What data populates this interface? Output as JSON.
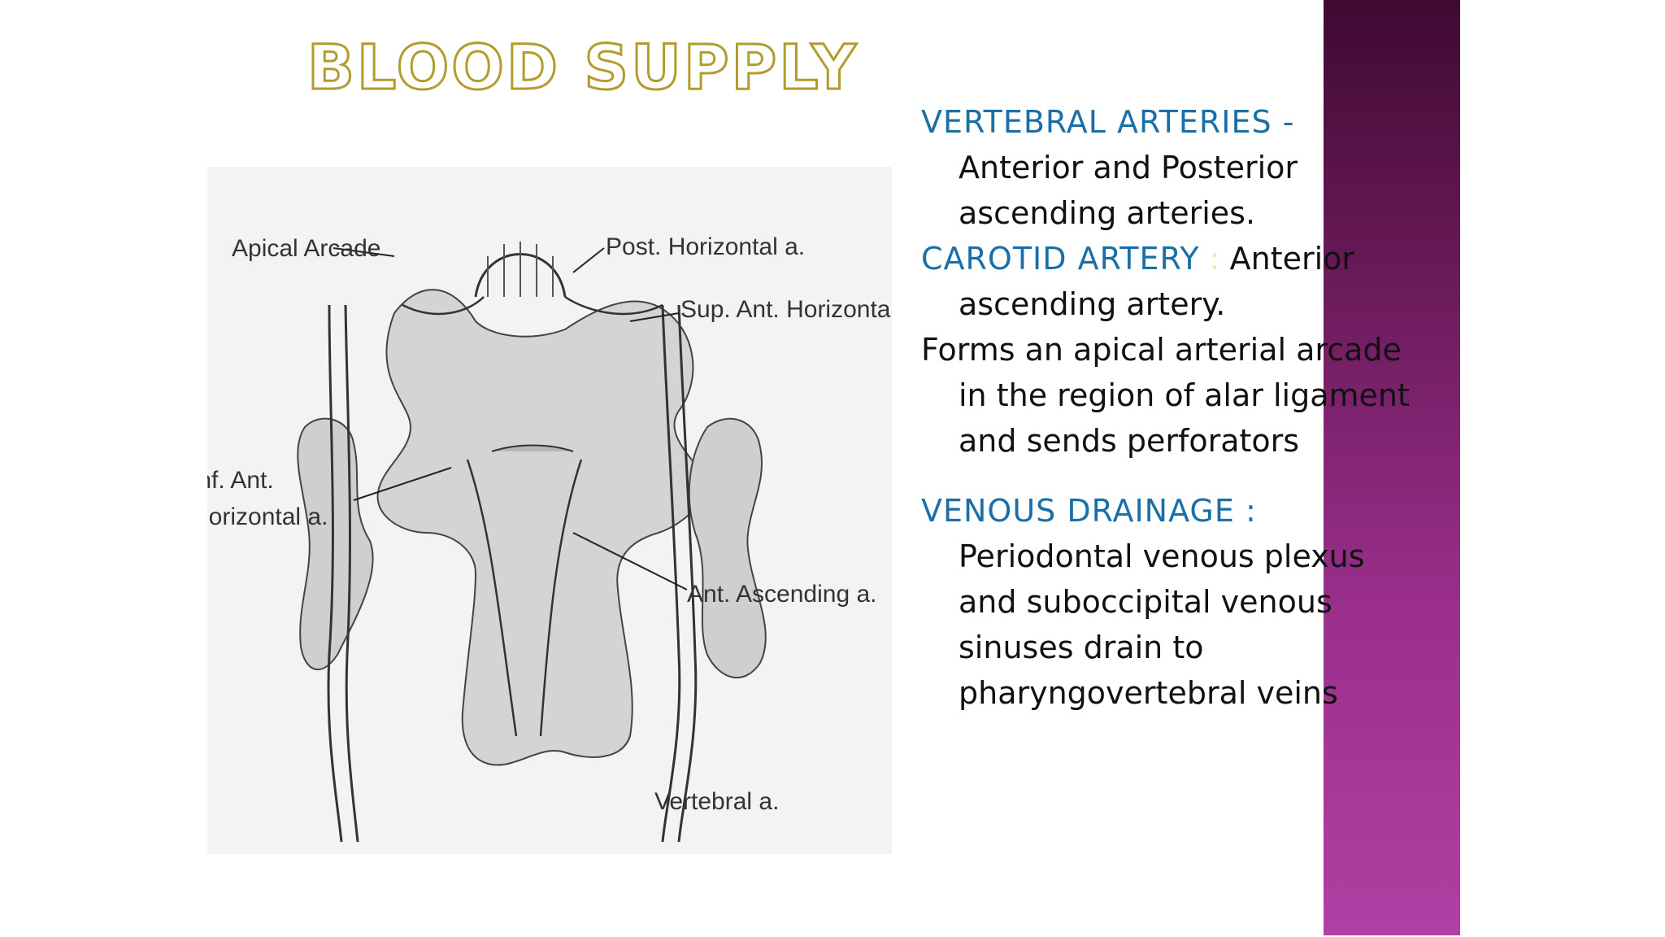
{
  "slide": {
    "title": "BLOOD SUPPLY",
    "accent_color": "#8e2a80",
    "heading_color": "#1a6fa6"
  },
  "figure": {
    "labels": {
      "apical_arcade": "Apical Arcade",
      "post_horizontal": "Post. Horizontal a.",
      "sup_ant_horizontal": "Sup. Ant. Horizontal a.",
      "inf_ant_line1": "Inf. Ant.",
      "inf_ant_line2": "Horizontal a.",
      "ant_ascending": "Ant. Ascending a.",
      "vertebral": "Vertebral a."
    }
  },
  "content": {
    "vertebral_heading": "VERTEBRAL  ARTERIES  -",
    "vertebral_line1": "Anterior and Posterior",
    "vertebral_line2": "ascending arteries.",
    "carotid_heading": "CAROTID  ARTERY",
    "carotid_colon": ":",
    "carotid_text": "Anterior",
    "carotid_line2": "ascending artery.",
    "forms_line1": "Forms an apical arterial arcade",
    "forms_line2": "in the region of alar ligament",
    "forms_line3": "and sends perforators",
    "venous_heading": "VENOUS  DRAINAGE  :",
    "venous_line1": "Periodontal venous plexus",
    "venous_line2": "and suboccipital venous",
    "venous_line3": "sinuses drain to",
    "venous_line4": "pharyngovertebral veins"
  }
}
